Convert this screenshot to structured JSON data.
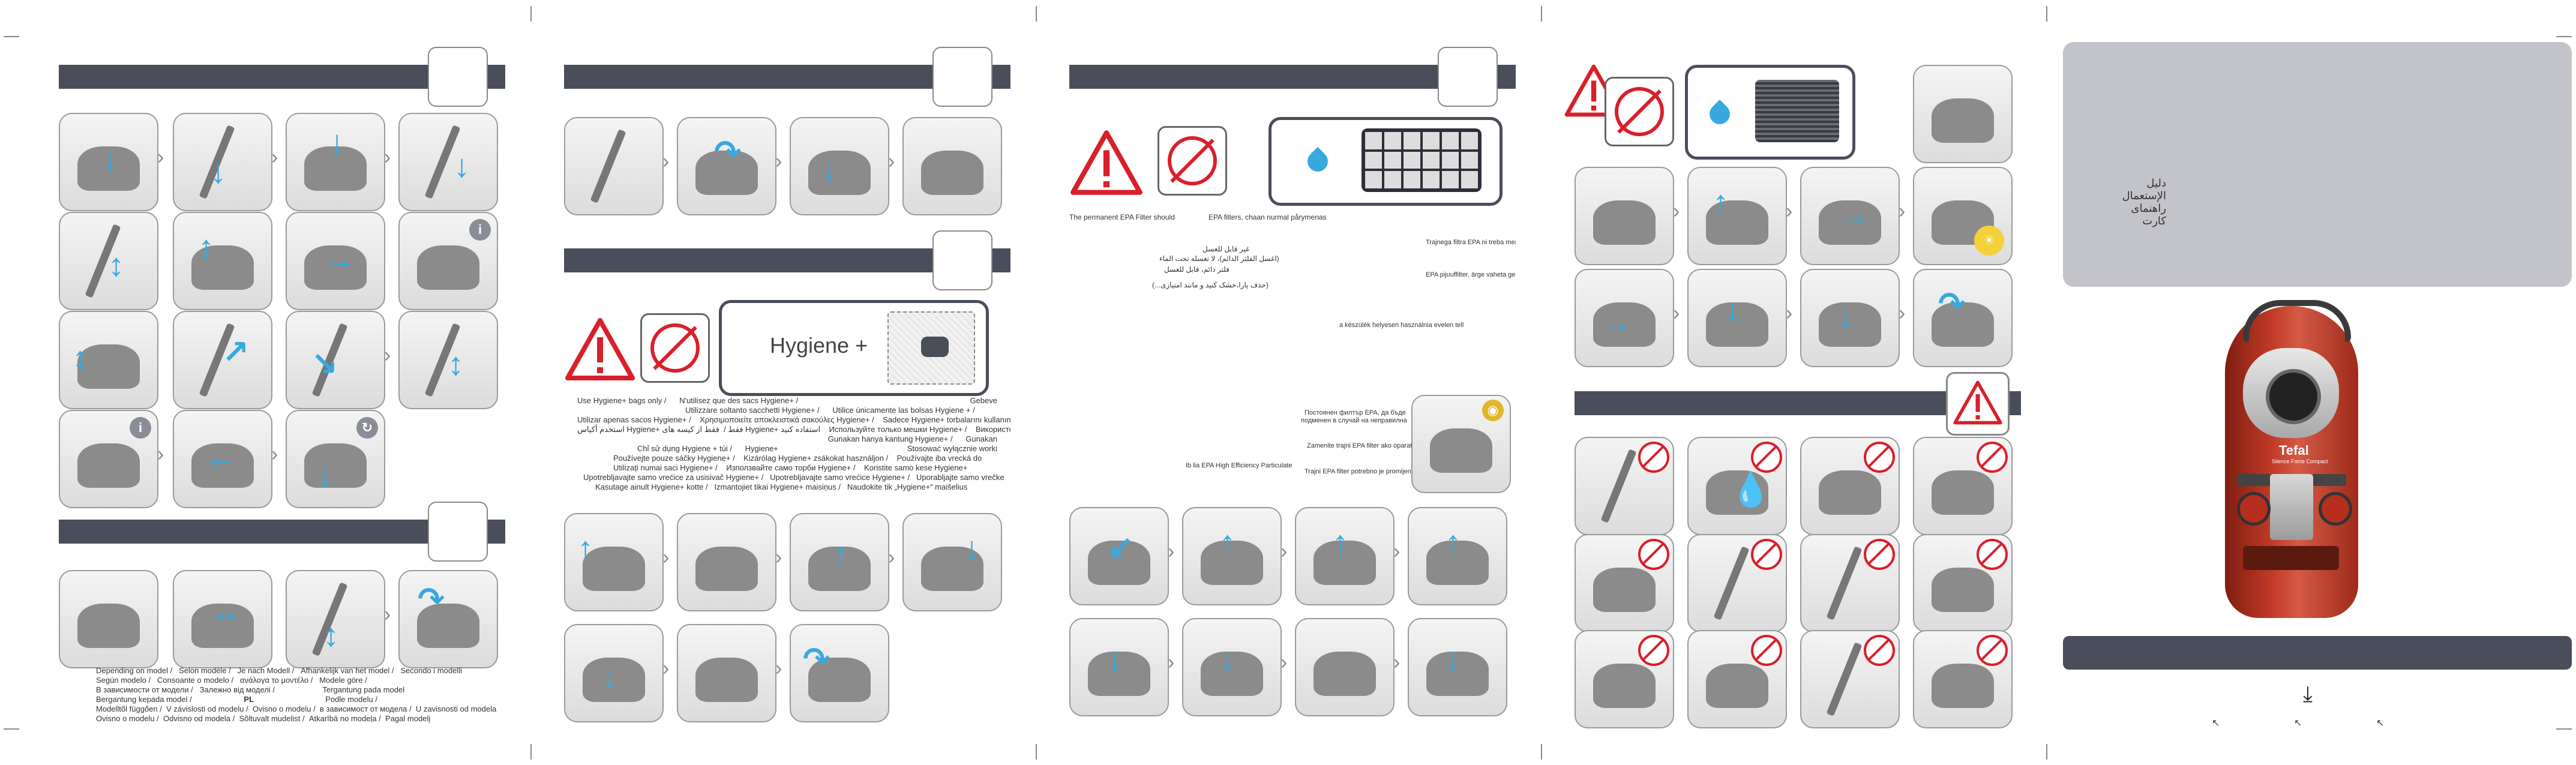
{
  "colors": {
    "band": "#4a4d5a",
    "accent_blue": "#38a9de",
    "warning_red": "#d8202b",
    "cover_grey": "#c3c3ca",
    "product_red": "#b23322"
  },
  "hygiene": {
    "label": "Hygiene +"
  },
  "panel2": {
    "lines": [
      [
        "Use Hygiene+ bags only /",
        "N'utilisez que des sacs Hygiene+ /",
        "Gebeve"
      ],
      [
        "",
        "Utilizzare soltanto sacchetti Hygiene+ /",
        "Utilice únicamente las bolsas Hygiene + /"
      ],
      [
        "Utilizar apenas sacos Hygiene+ /",
        "Χρησιμοποιείτε αποκλειστικά σακούλες Hygiene+ /",
        "Sadece Hygiene+ torbalarını kullanın /"
      ],
      [
        "استخدم أكياس Hygiene+ فقط /",
        "فقط از کیسه های Hygiene+ استفاده کنید",
        "Используйте только мешки Hygiene+ /",
        "Використовуйте"
      ],
      [
        "",
        "Gunakan hanya kantung Hygiene+ /",
        "Gunakan"
      ],
      [
        "Chỉ sử dụng Hygiene + túi /",
        "Hygiene+",
        "Stosować wyłącznie worki"
      ],
      [
        "Používejte pouze sáčky Hygiene+ /",
        "Kizárólag Hygiene+ zsákokat használjon /",
        "Používajte iba vrecká do"
      ],
      [
        "Utilizați numai saci Hygiene+ /",
        "Използвайте само торби Hygiene+ /",
        "Koristite samo kese Hygiene+"
      ],
      [
        "Upotrebljavajte samo vrećice za usisivač Hygiene+ /",
        "Upotrebljavajte samo vrećice Hygiene+ /",
        "Uporabljajte samo vrečke"
      ],
      [
        "Kasutage ainult Hygiene+ kotte /",
        "Izmantojiet tikai Hygiene+ maisiņus /",
        "Naudokite tik „Hygiene+“ maišelius"
      ]
    ]
  },
  "panel1": {
    "lines": [
      [
        "Depending on model /",
        "Selon modèle /",
        "Je nach Modell /",
        "Afhankelijk van het model /",
        "Secondo i modelli"
      ],
      [
        "Según modelo /",
        "Consoante o modelo /",
        "ανάλογα το μοντέλο /",
        "Modele göre /"
      ],
      [
        "В зависимости от модели /",
        "Залежно від моделі /",
        "Tergantung pada model"
      ],
      [
        "Bergantung kepada model /",
        "PL",
        "Podle modelu /"
      ],
      [
        "Modelltől függően /",
        "V závislosti od modelu /",
        "Ovisno o modelu /",
        "в зависимост от модела /",
        "U zavisnosti od modela"
      ],
      [
        "Ovisno o modelu /",
        "Odvisno od modela /",
        "Sõltuvalt mudelist /",
        "Atkarībā no modeļa /",
        "Pagal modelį"
      ]
    ]
  },
  "panel3": {
    "lines": {
      "epa_permanent": "The permanent EPA Filter should",
      "epa_filters": "EPA filters, chaan nurmal pårymenas",
      "arabic1": "غير قابل للغسل",
      "arabic2": "(اغسل الفلتر الدائم)، لا تغسله تحت الماء",
      "arabic3": "فلتر دائم، قابل للغسل",
      "arabic4": "(حذف يارا،خشک کنید و مانند امتیازی...)",
      "bosnian": "Trajnega filtra EPA ni treba menjavati",
      "turkish": "EPA pijuuffilter, ärge vaheta gei vesta väija",
      "hungarian": "a készülék helyesen használnia evelen tell",
      "bulgarian1": "Постоянен филтър EPA, да бъде",
      "bulgarian2": "подменен в случай на неправилна",
      "serbian": "Zamenite trajni EPA filter ako oparati",
      "highEff": "Ib lia EPA High Efficiency Particulate",
      "croatian": "Trajni EPA filter potrebno je promijeniti"
    }
  },
  "cover": {
    "arabic_title1": "دليل الإستعمال",
    "arabic_title2": "راهنمای کارت"
  },
  "product": {
    "brand": "Tefal",
    "model_line": "Silence Force Compact"
  }
}
